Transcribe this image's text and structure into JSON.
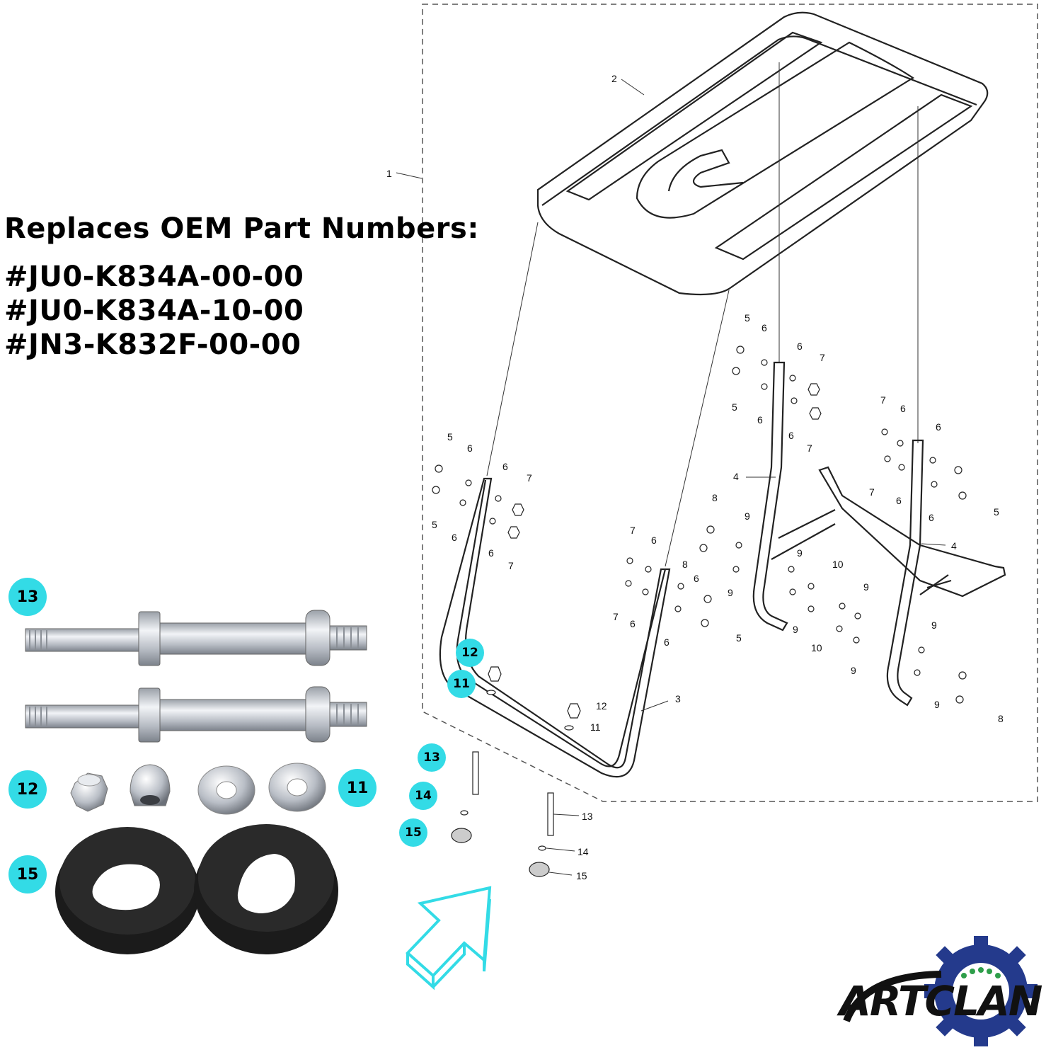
{
  "oem": {
    "title": "Replaces OEM Part Numbers:",
    "numbers": [
      "#JU0-K834A-00-00",
      "#JU0-K834A-10-00",
      "#JN3-K832F-00-00"
    ]
  },
  "callouts": {
    "c13": "13",
    "c12": "12",
    "c11": "11",
    "c15": "15",
    "c14": "14"
  },
  "brand": {
    "name": "ARTCLAN"
  },
  "colors": {
    "accent": "#33dbe6",
    "line": "#222222",
    "part_zinc": "#c9ccd2",
    "rubber": "#1b1b1b"
  },
  "diagram_labels": [
    "1",
    "2",
    "3",
    "4",
    "4",
    "5",
    "6",
    "7",
    "8",
    "9",
    "10",
    "11",
    "12",
    "13",
    "14",
    "15"
  ]
}
